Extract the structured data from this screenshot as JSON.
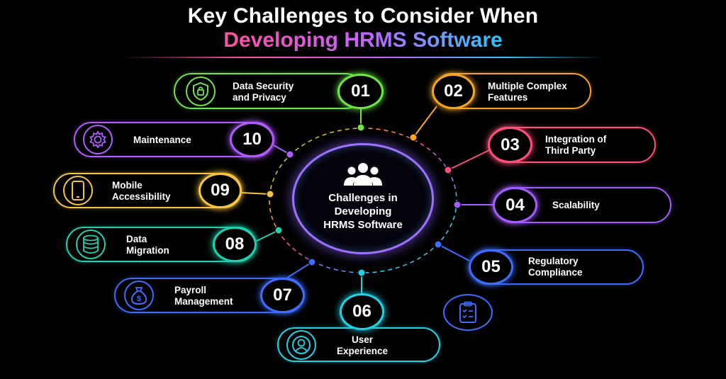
{
  "title": {
    "line1": "Key Challenges to Consider When",
    "line2": "Developing HRMS Software"
  },
  "center": {
    "label": "Challenges in\nDeveloping\nHRMS Software",
    "icon": "users-group-icon"
  },
  "colors": {
    "c01": "#6ee64a",
    "c02": "#f5a623",
    "c03": "#ff4f7a",
    "c04": "#a35cff",
    "c05": "#3d6dff",
    "c06": "#1fd3e6",
    "c07": "#3d6dff",
    "c08": "#1fd1b0",
    "c09": "#f5c542",
    "c10": "#b05cff"
  },
  "challenges": [
    {
      "number": "01",
      "label": "Data Security\nand Privacy",
      "icon": "shield-lock-icon"
    },
    {
      "number": "02",
      "label": "Multiple Complex\nFeatures",
      "icon": ""
    },
    {
      "number": "03",
      "label": "Integration of\nThird Party",
      "icon": ""
    },
    {
      "number": "04",
      "label": "Scalability",
      "icon": ""
    },
    {
      "number": "05",
      "label": "Regulatory\nCompliance",
      "icon": "clipboard-checklist-icon"
    },
    {
      "number": "06",
      "label": "User\nExperience",
      "icon": "user-profile-icon"
    },
    {
      "number": "07",
      "label": "Payroll\nManagement",
      "icon": "money-bag-icon"
    },
    {
      "number": "08",
      "label": "Data\nMigration",
      "icon": "database-icon"
    },
    {
      "number": "09",
      "label": "Mobile\nAccessibility",
      "icon": "smartphone-icon"
    },
    {
      "number": "10",
      "label": "Maintenance",
      "icon": "gear-icon"
    }
  ]
}
